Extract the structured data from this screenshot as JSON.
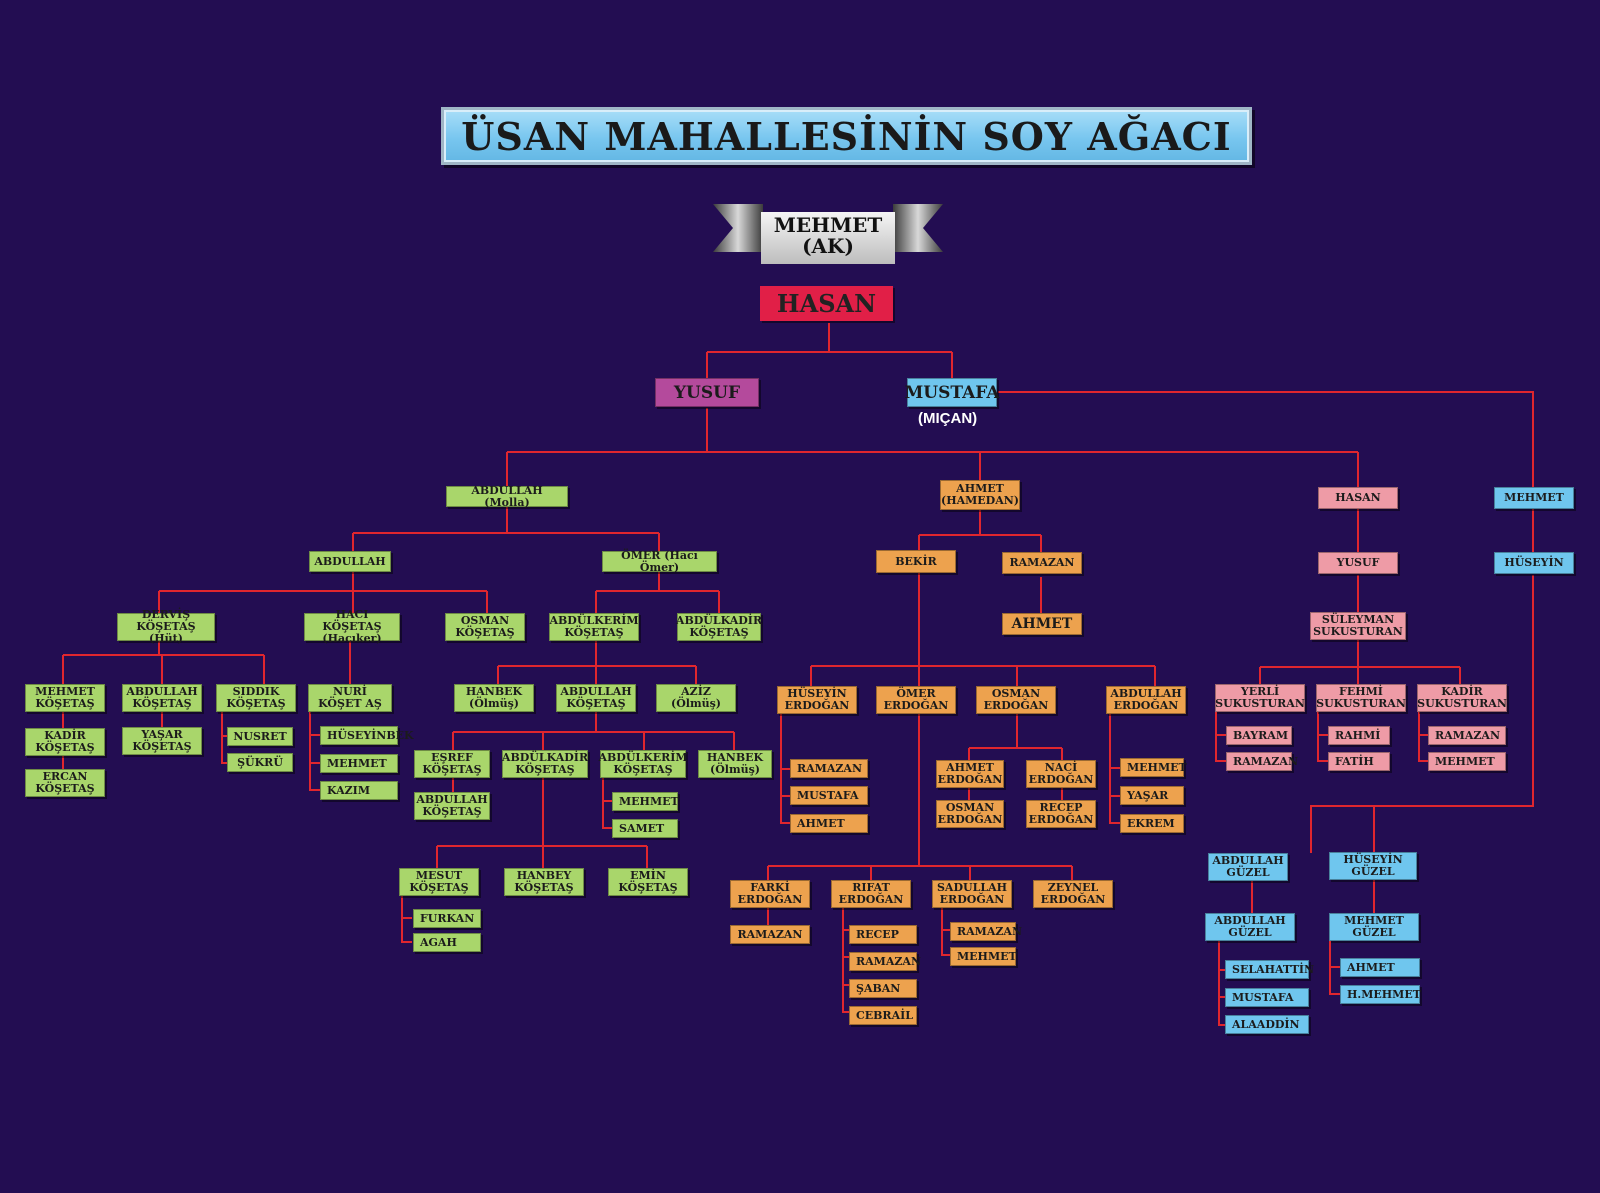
{
  "title": "ÜSAN MAHALLESİNİN SOY AĞACI",
  "ancestor": "MEHMET\n(AK)",
  "root": "HASAN",
  "mustafa_nickname": "(MIÇAN)",
  "colors": {
    "background": "#230d52",
    "line": "#e0262e",
    "green": "#a9d66b",
    "orange": "#eda24e",
    "pink": "#ee9ba6",
    "blue": "#6fc6ee",
    "red": "#e11f47",
    "purple": "#b44a9c"
  },
  "nodes": {
    "yusuf": "YUSUF",
    "mustafa": "MUSTAFA",
    "abdullah_molla": "ABDULLAH  (Molla)",
    "ahmet_hamedan": "AHMET\n(HAMEDAN)",
    "hasan2": "HASAN",
    "mehmet_b": "MEHMET",
    "abdullah2": "ABDULLAH",
    "omer_haci": "ÖMER (Hacı Ömer)",
    "bekir": "BEKİR",
    "ramazan_o": "RAMAZAN",
    "ahmet_o": "AHMET",
    "yusuf_p": "YUSUF",
    "huseyin_b": "HÜSEYİN",
    "suleyman": "SÜLEYMAN\nSUKUSTURAN",
    "dervis": "DERVİŞ\nKÖŞETAŞ (Hüt)",
    "haci_kosetas": "HACI KÖŞETAŞ\n(Hacıker)",
    "osman_k": "OSMAN\nKÖŞETAŞ",
    "abdulkerim_k": "ABDÜLKERİM\nKÖŞETAŞ",
    "abdulkadir_k": "ABDÜLKADİR\nKÖŞETAŞ",
    "mehmet_k": "MEHMET\nKÖŞETAŞ",
    "abdullah_k": "ABDULLAH\nKÖŞETAŞ",
    "siddik_k": "SIDDIK\nKÖŞETAŞ",
    "nuri_k": "NURİ\nKÖŞET  AŞ",
    "hanbek_olmus": "HANBEK\n(Ölmüş)",
    "abdullah_k2": "ABDULLAH\nKÖŞETAŞ",
    "aziz_olmus": "AZİZ (Ölmüş)",
    "kadir_k": "KADİR\nKÖŞETAŞ",
    "ercan_k": "ERCAN\nKÖŞETAŞ",
    "yasar_k": "YAŞAR\nKÖŞETAŞ",
    "nusret": "NUSRET",
    "sukru": "ŞÜKRÜ",
    "huseyinbek": "HÜSEYİNBEK",
    "mehmet_g": "MEHMET",
    "kazim": "KAZIM",
    "esref_k": "EŞREF\nKÖŞETAŞ",
    "abdulkadir_k2": "ABDÜLKADİR\nKÖŞETAŞ",
    "abdulkerim_k2": "ABDÜLKERİM\nKÖŞETAŞ",
    "hanbek_olmus2": "HANBEK\n(Ölmüş)",
    "abdullah_k3": "ABDULLAH\nKÖŞETAŞ",
    "mehmet_g2": "MEHMET",
    "samet": "SAMET",
    "mesut_k": "MESUT\nKÖŞETAŞ",
    "hanbey_k": "HANBEY\nKÖŞETAŞ",
    "emin_k": "EMİN\nKÖŞETAŞ",
    "furkan": "FURKAN",
    "agah": "AGAH",
    "huseyin_e": "HÜSEYİN\nERDOĞAN",
    "omer_e": "ÖMER\nERDOĞAN",
    "osman_e": "OSMAN\nERDOĞAN",
    "abdullah_e": "ABDULLAH\nERDOĞAN",
    "ramazan_o2": "RAMAZAN",
    "mustafa_o": "MUSTAFA",
    "ahmet_o2": "AHMET",
    "ahmet_e": "AHMET\nERDOĞAN",
    "naci_e": "NACİ\nERDOĞAN",
    "osman_e2": "OSMAN\nERDOĞAN",
    "recep_e": "RECEP\nERDOĞAN",
    "mehmet_o": "MEHMET",
    "yasar_o": "YAŞAR",
    "ekrem": "EKREM",
    "farki_e": "FARKİ\nERDOĞAN",
    "rifat_e": "RIFAT\nERDOĞAN",
    "sadullah_e": "SADULLAH\nERDOĞAN",
    "zeynel_e": "ZEYNEL\nERDOĞAN",
    "ramazan_o3": "RAMAZAN",
    "recep_o": "RECEP",
    "ramazan_o4": "RAMAZAN",
    "saban": "ŞABAN",
    "cebrail": "CEBRAİL",
    "ramazan_o5": "RAMAZAN",
    "mehmet_o2": "MEHMET",
    "yerli_s": "YERLİ\nSUKUSTURAN",
    "fehmi_s": "FEHMİ\nSUKUSTURAN",
    "kadir_s": "KADİR\nSUKUSTURAN",
    "bayram": "BAYRAM",
    "ramazan_p": "RAMAZAN",
    "rahmi": "RAHMİ",
    "fatih": "FATİH",
    "ramazan_p2": "RAMAZAN",
    "mehmet_p": "MEHMET",
    "abdullah_guzel": "ABDULLAH\nGÜZEL",
    "huseyin_guzel": "HÜSEYİN\nGÜZEL",
    "abdullah_guzel2": "ABDULLAH\nGÜZEL",
    "mehmet_guzel": "MEHMET\nGÜZEL",
    "selahattin": "SELAHATTİN",
    "mustafa_b": "MUSTAFA",
    "alaaddin": "ALAADDİN",
    "ahmet_b": "AHMET",
    "h_mehmet": "H.MEHMET"
  }
}
